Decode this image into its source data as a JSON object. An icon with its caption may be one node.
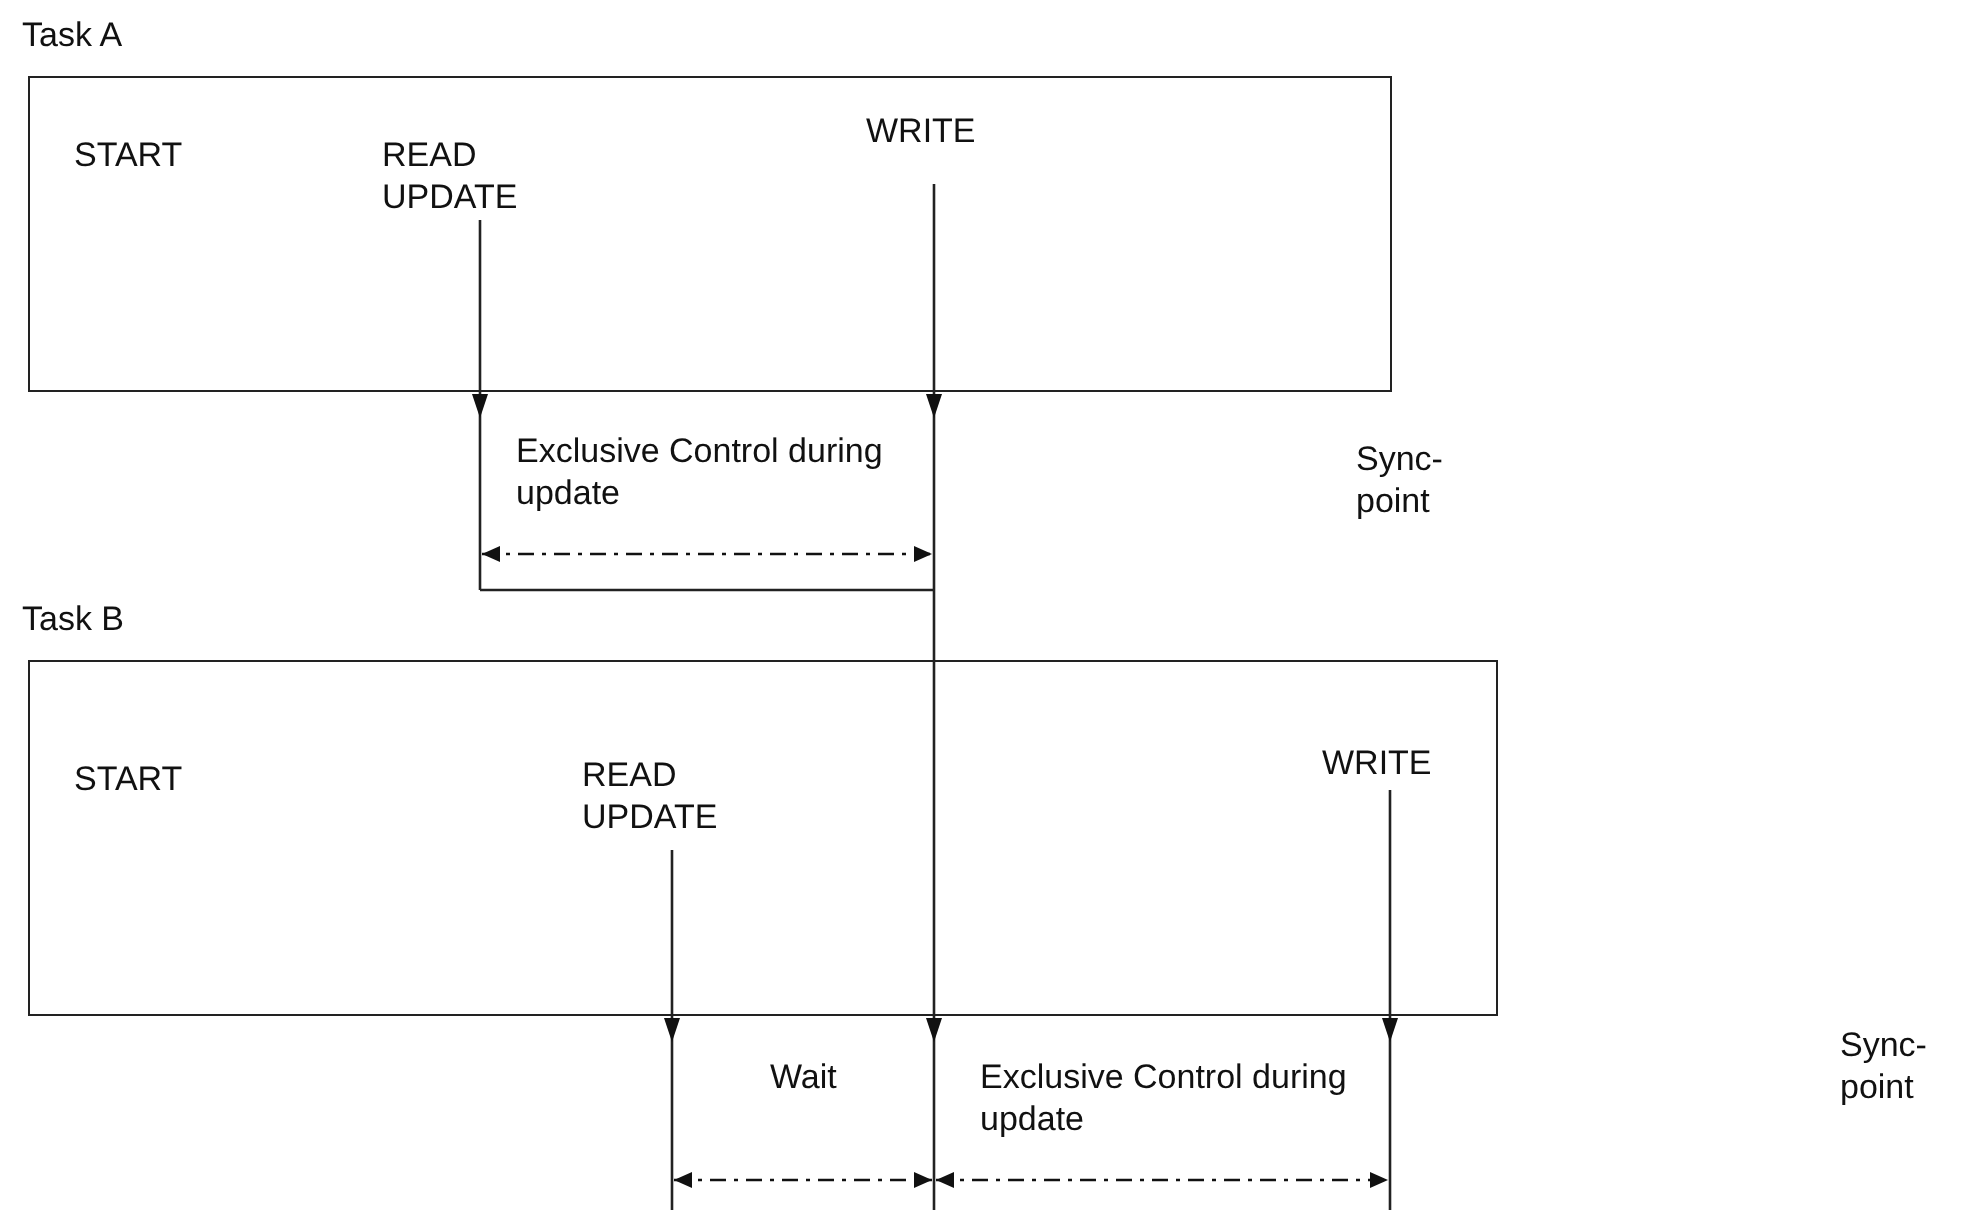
{
  "diagram": {
    "nodes": [
      {
        "text": [
          "Task A",
          "START",
          "READ UPDATE",
          "WRITE"
        ]
      },
      {
        "text": [
          "Task B",
          "START",
          "READ UPDATE",
          "WRITE"
        ]
      }
    ],
    "labels": [
      "Exclusive Control during update",
      "Sync- point",
      "Wait",
      "Exclusive Control during update",
      "Sync- point"
    ]
  }
}
